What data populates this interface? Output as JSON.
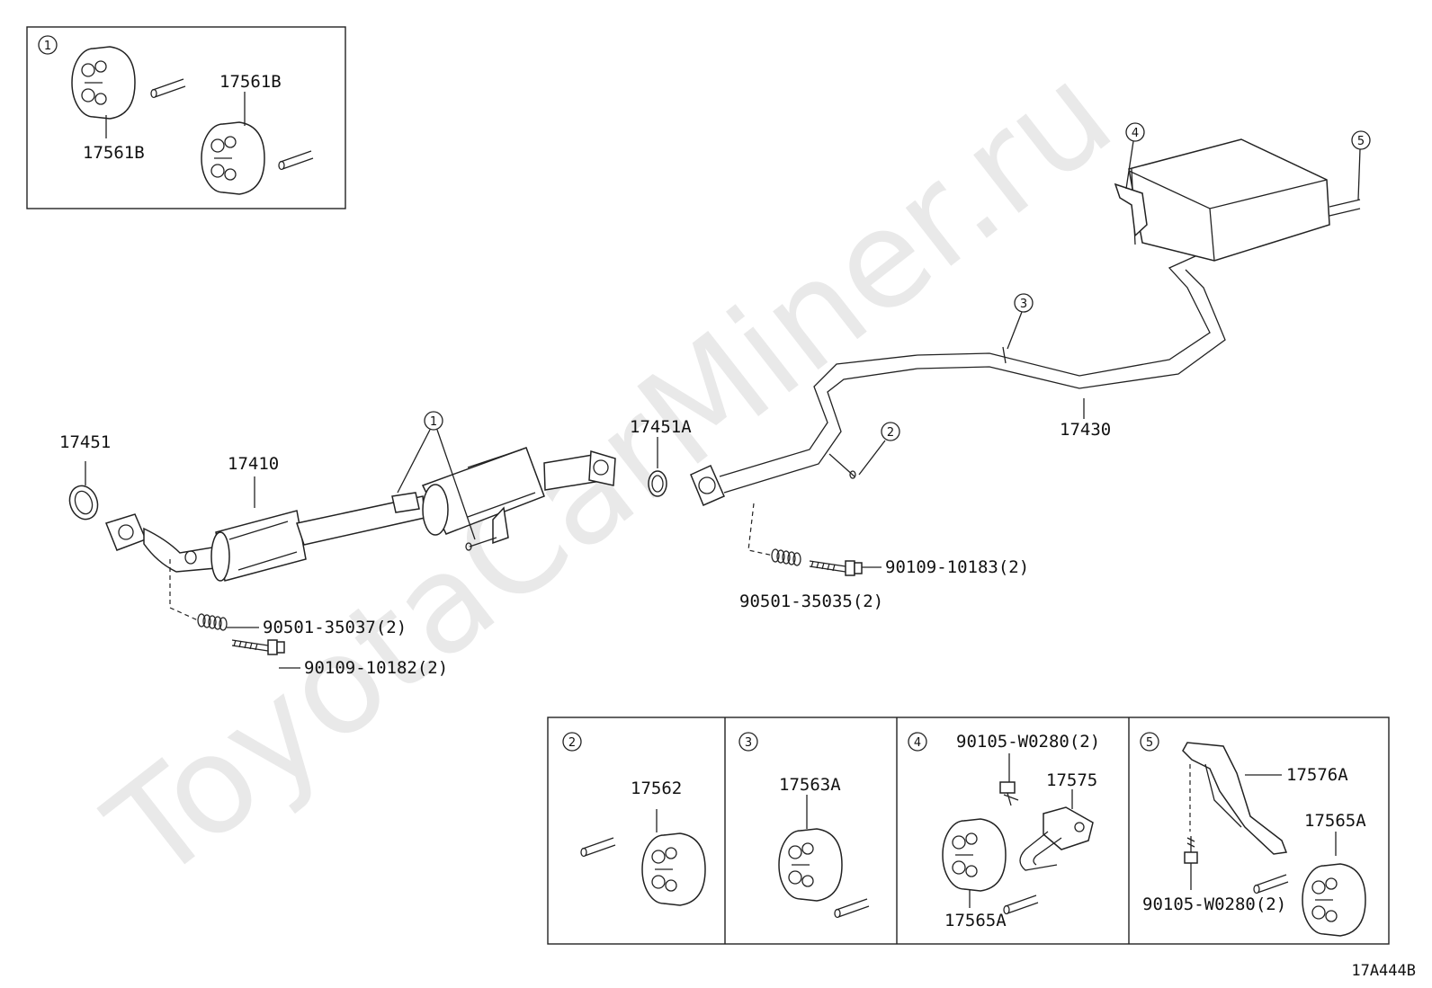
{
  "diagram_code": "17A444B",
  "watermark": "ToyotaCarMiner.ru",
  "parts": {
    "front_pipe": "17410",
    "gasket_front": "17451",
    "gasket_center": "17451A",
    "tail_pipe": "17430",
    "spring_front": "90501-35037(2)",
    "bolt_front": "90109-10182(2)",
    "spring_center": "90501-35035(2)",
    "bolt_center": "90109-10183(2)"
  },
  "callouts": [
    "1",
    "2",
    "3",
    "4",
    "5"
  ],
  "detail_1": {
    "number": "1",
    "upper": "17561B",
    "lower": "17561B"
  },
  "detail_2": {
    "number": "2",
    "part": "17562"
  },
  "detail_3": {
    "number": "3",
    "part": "17563A"
  },
  "detail_4": {
    "number": "4",
    "bolt": "90105-W0280(2)",
    "bracket": "17575",
    "cushion": "17565A"
  },
  "detail_5": {
    "number": "5",
    "bracket": "17576A",
    "cushion": "17565A",
    "bolt": "90105-W0280(2)"
  }
}
